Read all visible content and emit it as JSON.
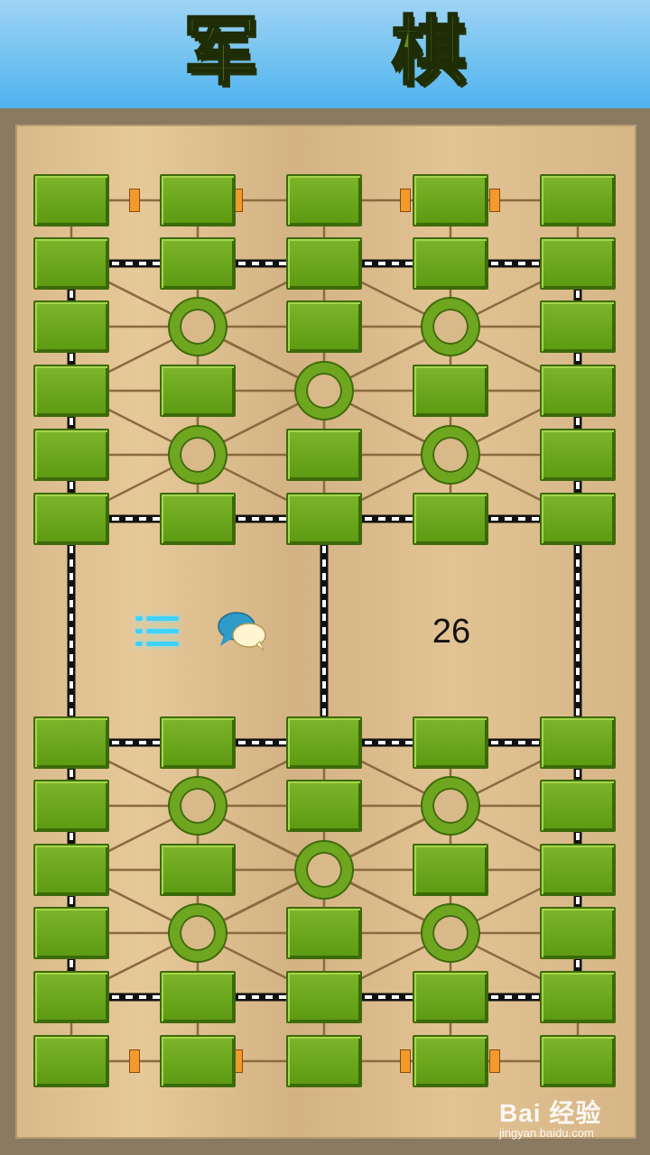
{
  "header": {
    "title": "军 棋"
  },
  "board": {
    "move_count": "26"
  },
  "controls": {
    "menu_icon": "menu-icon",
    "chat_icon": "chat-bubbles-icon"
  },
  "watermark": {
    "brand": "Bai 经验",
    "url": "jingyan.baidu.com"
  },
  "colors": {
    "header_sky": "#4fb3ee",
    "post_green": "#6aa81e",
    "board_wood": "#e0c190",
    "hq_marker": "#f29a2e",
    "menu_glow": "#3fd2ff"
  }
}
